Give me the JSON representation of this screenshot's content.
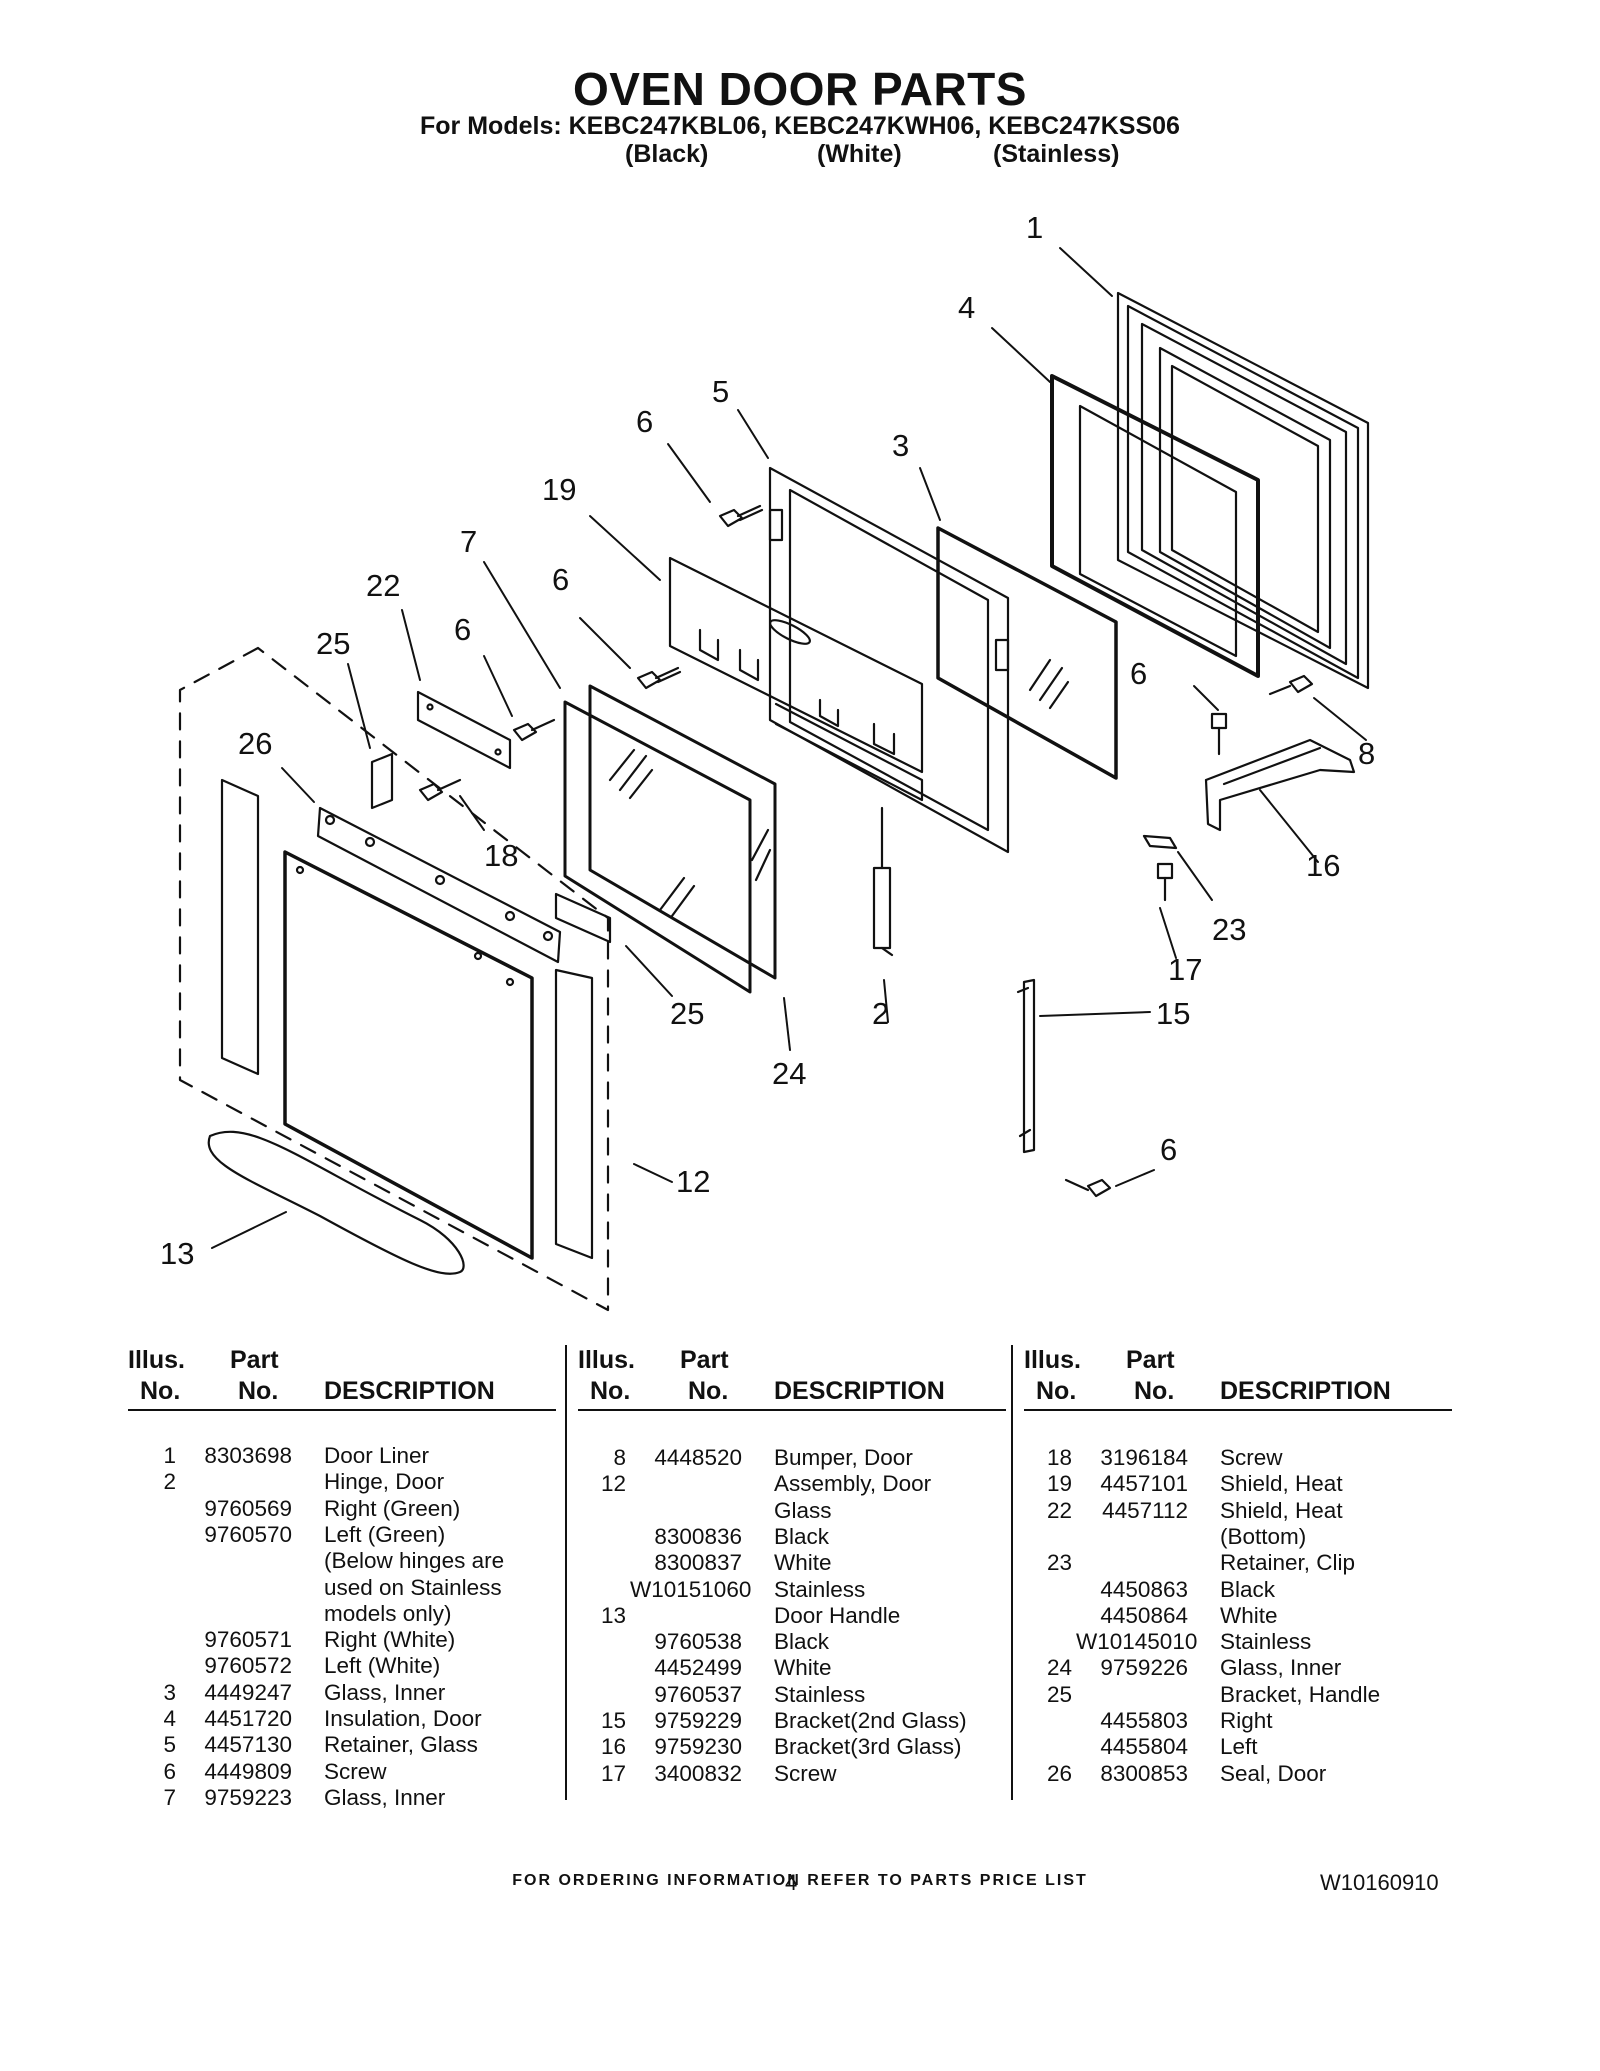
{
  "header": {
    "title": "OVEN DOOR PARTS",
    "models": "For Models: KEBC247KBL06, KEBC247KWH06, KEBC247KSS06",
    "color_black": "(Black)",
    "color_white": "(White)",
    "color_stainless": "(Stainless)"
  },
  "diagram": {
    "callouts": [
      "1",
      "4",
      "5",
      "6",
      "3",
      "19",
      "7",
      "6",
      "22",
      "6",
      "25",
      "26",
      "18",
      "25",
      "24",
      "2",
      "12",
      "13",
      "6",
      "8",
      "16",
      "23",
      "17",
      "15",
      "6"
    ]
  },
  "table": {
    "headers": {
      "illus1": "Illus.",
      "illus2": "No.",
      "part1": "Part",
      "part2": "No.",
      "desc": "DESCRIPTION"
    },
    "columns": [
      [
        {
          "no": "1",
          "part": "8303698",
          "desc": "Door Liner"
        },
        {
          "no": "2",
          "part": "",
          "desc": "Hinge, Door"
        },
        {
          "no": "",
          "part": "9760569",
          "desc": "Right (Green)"
        },
        {
          "no": "",
          "part": "9760570",
          "desc": "Left (Green)"
        },
        {
          "no": "",
          "part": "",
          "desc": "(Below hinges are"
        },
        {
          "no": "",
          "part": "",
          "desc": "used on Stainless"
        },
        {
          "no": "",
          "part": "",
          "desc": "models only)"
        },
        {
          "no": "",
          "part": "9760571",
          "desc": "Right (White)"
        },
        {
          "no": "",
          "part": "9760572",
          "desc": "Left (White)"
        },
        {
          "no": "3",
          "part": "4449247",
          "desc": "Glass, Inner"
        },
        {
          "no": "4",
          "part": "4451720",
          "desc": "Insulation, Door"
        },
        {
          "no": "5",
          "part": "4457130",
          "desc": "Retainer, Glass"
        },
        {
          "no": "6",
          "part": "4449809",
          "desc": "Screw"
        },
        {
          "no": "7",
          "part": "9759223",
          "desc": "Glass, Inner"
        }
      ],
      [
        {
          "no": "8",
          "part": "4448520",
          "desc": "Bumper, Door"
        },
        {
          "no": "12",
          "part": "",
          "desc": "Assembly, Door"
        },
        {
          "no": "",
          "part": "",
          "desc": "Glass"
        },
        {
          "no": "",
          "part": "8300836",
          "desc": "Black"
        },
        {
          "no": "",
          "part": "8300837",
          "desc": "White"
        },
        {
          "no": "",
          "part": "W10151060",
          "desc": "Stainless"
        },
        {
          "no": "13",
          "part": "",
          "desc": "Door Handle"
        },
        {
          "no": "",
          "part": "9760538",
          "desc": "Black"
        },
        {
          "no": "",
          "part": "4452499",
          "desc": "White"
        },
        {
          "no": "",
          "part": "9760537",
          "desc": "Stainless"
        },
        {
          "no": "15",
          "part": "9759229",
          "desc": "Bracket(2nd Glass)"
        },
        {
          "no": "16",
          "part": "9759230",
          "desc": "Bracket(3rd Glass)"
        },
        {
          "no": "17",
          "part": "3400832",
          "desc": "Screw"
        }
      ],
      [
        {
          "no": "18",
          "part": "3196184",
          "desc": "Screw"
        },
        {
          "no": "19",
          "part": "4457101",
          "desc": "Shield, Heat"
        },
        {
          "no": "22",
          "part": "4457112",
          "desc": "Shield, Heat"
        },
        {
          "no": "",
          "part": "",
          "desc": "(Bottom)"
        },
        {
          "no": "23",
          "part": "",
          "desc": "Retainer, Clip"
        },
        {
          "no": "",
          "part": "4450863",
          "desc": "Black"
        },
        {
          "no": "",
          "part": "4450864",
          "desc": "White"
        },
        {
          "no": "",
          "part": "W10145010",
          "desc": "Stainless"
        },
        {
          "no": "24",
          "part": "9759226",
          "desc": "Glass, Inner"
        },
        {
          "no": "25",
          "part": "",
          "desc": "Bracket, Handle"
        },
        {
          "no": "",
          "part": "4455803",
          "desc": "Right"
        },
        {
          "no": "",
          "part": "4455804",
          "desc": "Left"
        },
        {
          "no": "26",
          "part": "8300853",
          "desc": "Seal, Door"
        }
      ]
    ]
  },
  "footer": {
    "ordering": "FOR ORDERING INFORMATION REFER TO PARTS PRICE LIST",
    "page": "4",
    "doc_id": "W10160910"
  }
}
